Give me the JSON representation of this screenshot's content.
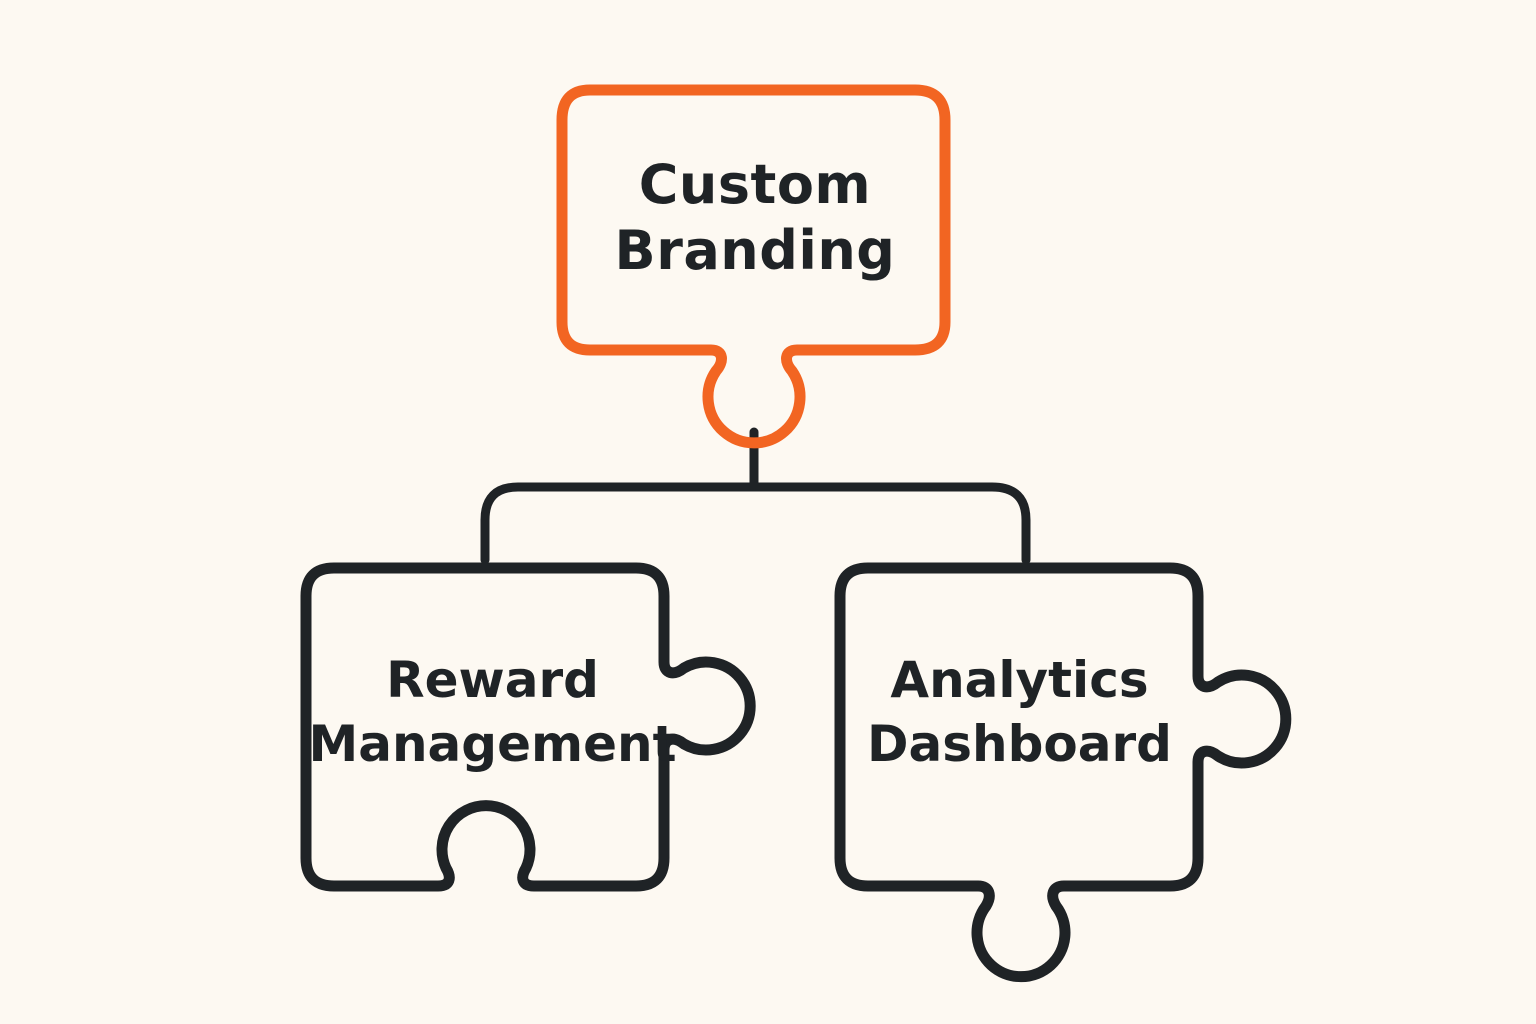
{
  "colors": {
    "background": "#fdf9f2",
    "accent": "#f26522",
    "outline": "#1f2326",
    "text": "#1f2326"
  },
  "nodes": {
    "top": {
      "line1": "Custom",
      "line2": "Branding"
    },
    "left": {
      "line1": "Reward",
      "line2": "Management"
    },
    "right": {
      "line1": "Analytics",
      "line2": "Dashboard"
    }
  }
}
